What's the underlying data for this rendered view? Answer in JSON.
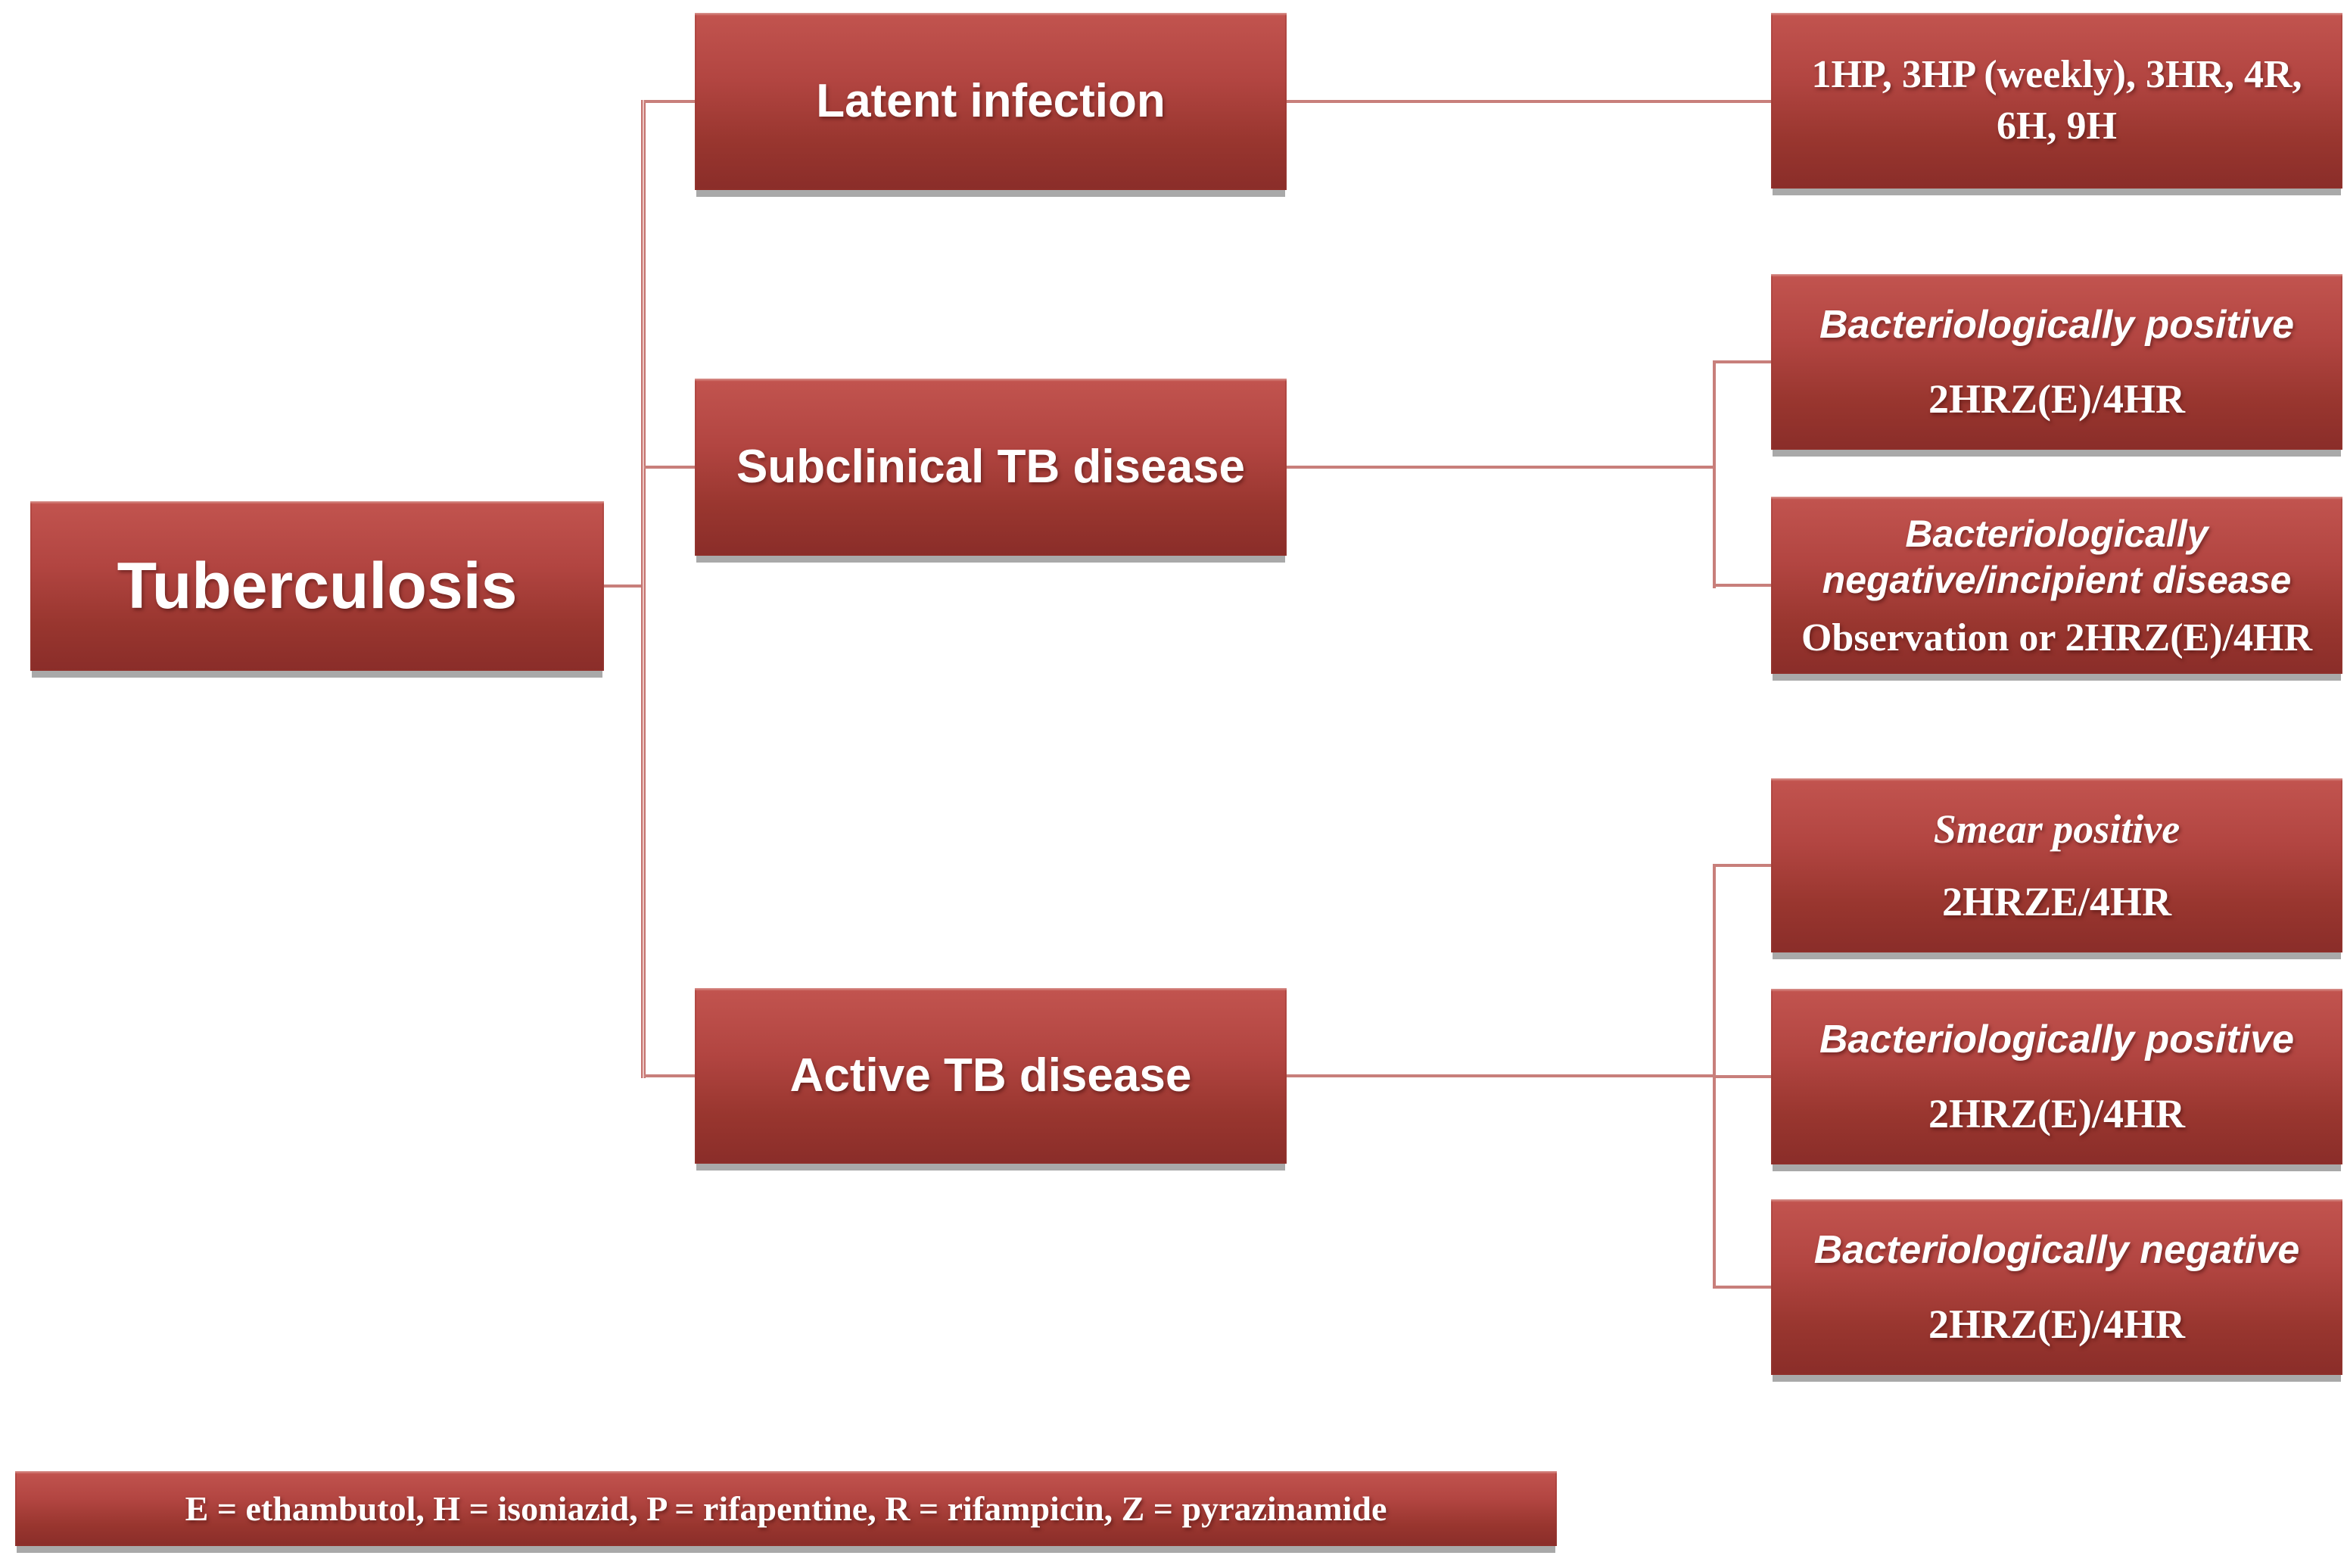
{
  "colors": {
    "box_gradient_top": "#c2544f",
    "box_gradient_bottom": "#8a2d29",
    "shadow_bar": "#a9a9a9",
    "connector": "#c87f7b",
    "text": "#ffffff",
    "background": "#ffffff"
  },
  "diagram": {
    "root": {
      "label": "Tuberculosis"
    },
    "level1": [
      {
        "label": "Latent infection"
      },
      {
        "label": "Subclinical TB disease"
      },
      {
        "label": "Active TB disease"
      }
    ],
    "treatments": {
      "latent": {
        "lines": [
          "1HP, 3HP (weekly), 3HR, 4R,",
          "6H, 9H"
        ]
      },
      "subclinical_positive": {
        "title": "Bacteriologically positive",
        "regimen": "2HRZ(E)/4HR"
      },
      "subclinical_negative": {
        "title_lines": [
          "Bacteriologically",
          "negative/incipient disease"
        ],
        "regimen": "Observation or 2HRZ(E)/4HR"
      },
      "active_smear": {
        "title": "Smear positive",
        "regimen": "2HRZE/4HR"
      },
      "active_positive": {
        "title": "Bacteriologically positive",
        "regimen": "2HRZ(E)/4HR"
      },
      "active_negative": {
        "title": "Bacteriologically negative",
        "regimen": "2HRZ(E)/4HR"
      }
    },
    "legend": "E = ethambutol, H = isoniazid, P = rifapentine, R = rifampicin, Z = pyrazinamide"
  }
}
